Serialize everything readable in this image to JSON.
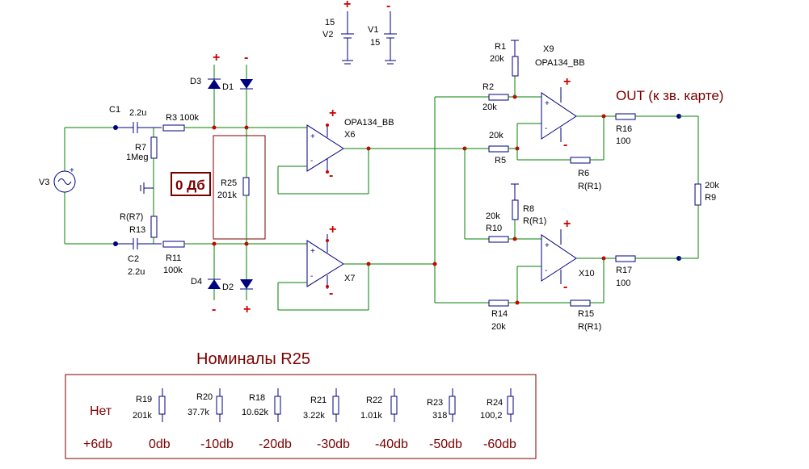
{
  "labels": {
    "v1": "V1",
    "v1_val": "15",
    "v2": "V2",
    "v2_val": "15",
    "v3": "V3",
    "c1": "C1",
    "c1_val": "2.2u",
    "c2": "C2",
    "c2_val": "2.2u",
    "r3": "R3 100k",
    "r7": "R7",
    "r7_val": "1Meg",
    "r_r7": "R(R7)",
    "r13": "R13",
    "r11": "R11",
    "r11_val": "100k",
    "d1": "D1",
    "d2": "D2",
    "d3": "D3",
    "d4": "D4",
    "r25": "R25",
    "r25_val": "201k",
    "zero_db": "0 Дб",
    "opa_x6": "OPA134_BB",
    "x6": "X6",
    "x7": "X7",
    "r1": "R1",
    "r1_val": "20k",
    "x9": "X9",
    "opa_x9": "OPA134_BB",
    "r2": "R2",
    "r2_val": "20k",
    "r5_val": "20k",
    "r5": "R5",
    "r6": "R6",
    "r6_val": "R(R1)",
    "r16": "R16",
    "r16_val": "100",
    "r9_val": "20k",
    "r9": "R9",
    "r8": "R8",
    "r8_val": "R(R1)",
    "r10_val": "20k",
    "r10": "R10",
    "x10": "X10",
    "r17": "R17",
    "r17_val": "100",
    "r14": "R14",
    "r14_val": "20k",
    "r15": "R15",
    "r15_val": "R(R1)",
    "out": "OUT (к зв. карте)"
  },
  "table": {
    "title": "Номиналы R25",
    "none_label": "Нет",
    "resistors": [
      {
        "name": "R19",
        "value": "201k"
      },
      {
        "name": "R20",
        "value": "37.7k"
      },
      {
        "name": "R18",
        "value": "10.62k"
      },
      {
        "name": "R21",
        "value": "3.22k"
      },
      {
        "name": "R22",
        "value": "1.01k"
      },
      {
        "name": "R23",
        "value": "318"
      },
      {
        "name": "R24",
        "value": "100,2"
      }
    ],
    "db_levels": [
      "+6db",
      "0db",
      "-10db",
      "-20db",
      "-30db",
      "-40db",
      "-50db",
      "-60db"
    ]
  }
}
